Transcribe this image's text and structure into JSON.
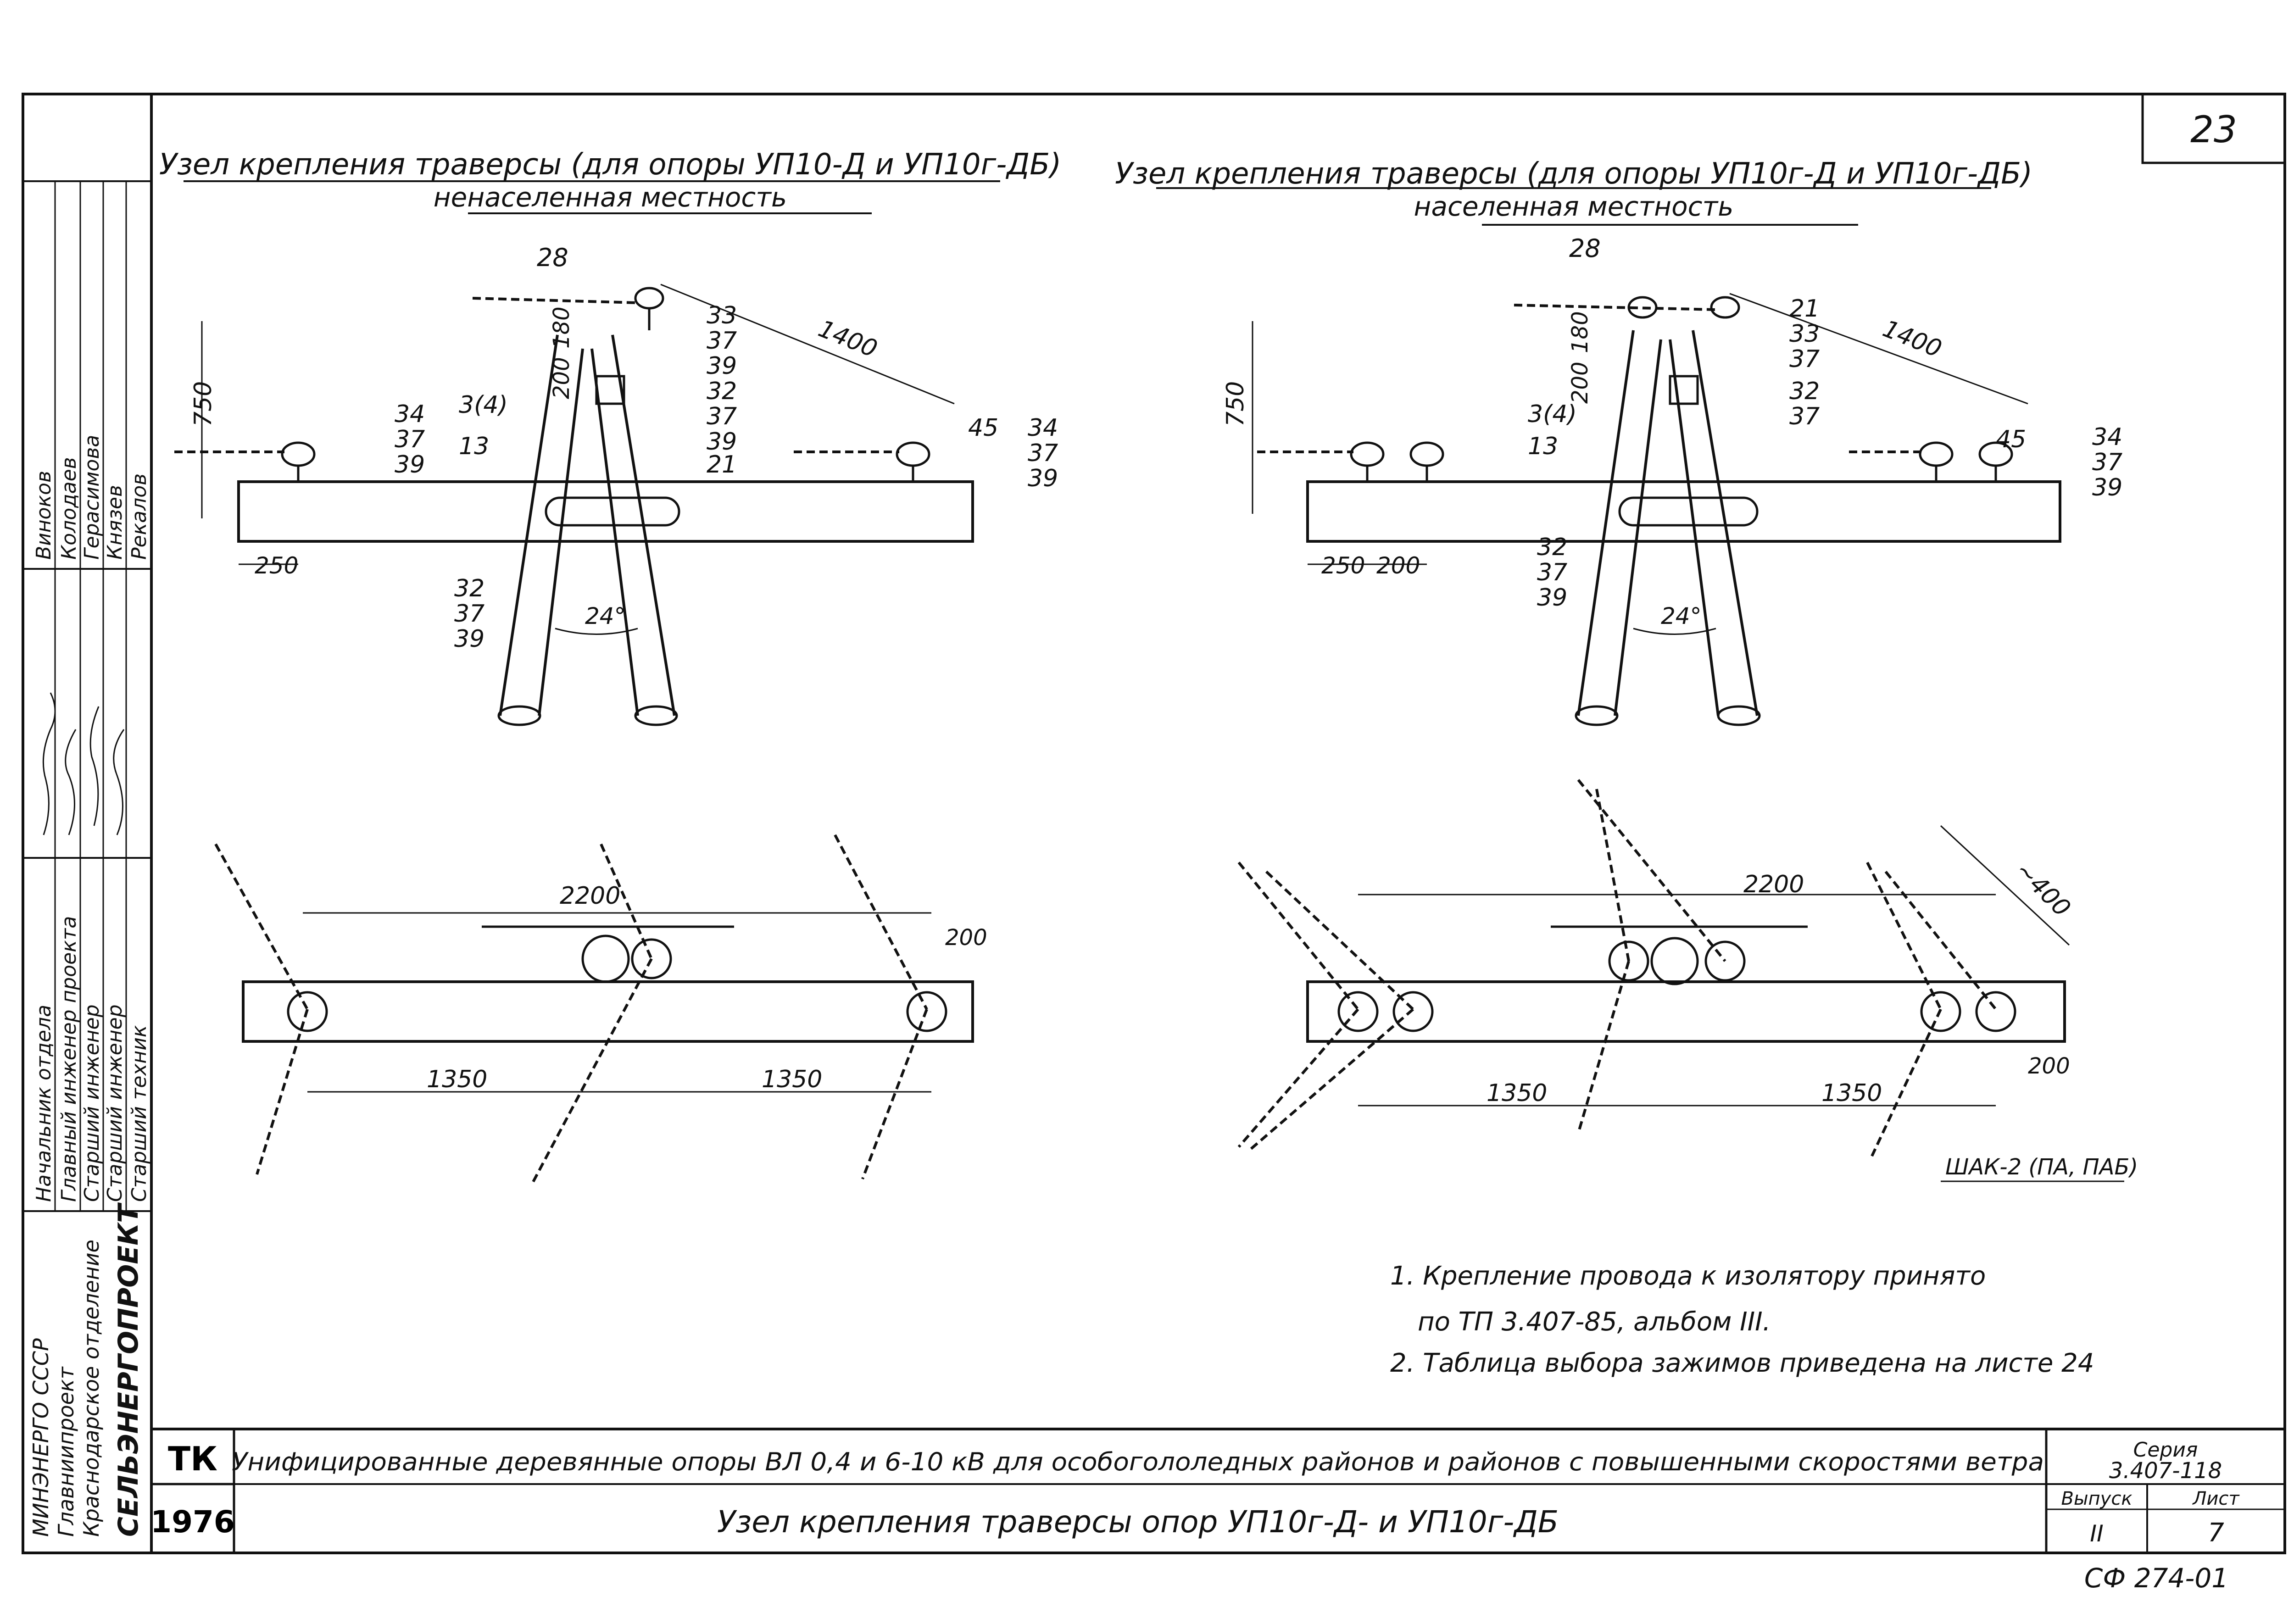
{
  "sheet_no": "23",
  "stamp_bottom": "СФ 274-01",
  "left_block": {
    "org_lines": [
      "МИНЭНЕРГО СССР",
      "Главниипроект",
      "Краснодарское отделение",
      "СЕЛЬЭНЕРГОПРОЕКТ"
    ],
    "roles": [
      "Начальник отдела",
      "Главный инженер проекта",
      "Старший инженер",
      "Старший инженер",
      "Старший техник"
    ],
    "names": [
      "Виноков",
      "Колодаев",
      "Герасимова",
      "Князев",
      "Рекалов"
    ]
  },
  "view1": {
    "title": "Узел крепления траверсы (для опоры УП10-Д и УП10г-ДБ)",
    "subtitle": "ненаселенная местность",
    "labels": {
      "l28": "28",
      "l33": "33",
      "l37a": "37",
      "l39a": "39",
      "l32": "32",
      "l37b": "37",
      "l39b": "39",
      "l21": "21",
      "l45": "45",
      "l34r": "34",
      "l37r": "37",
      "l39r": "39",
      "l34l": "34",
      "l37l": "37",
      "l39l": "39",
      "l341": "3(4)",
      "l13": "13",
      "l32b": "32",
      "l37c": "37",
      "l39c": "39"
    },
    "dims": {
      "d1400": "1400",
      "d750": "750",
      "d200": "200",
      "d180": "180",
      "d250": "250",
      "angle": "24°"
    }
  },
  "view2": {
    "title": "Узел крепления траверсы (для опоры УП10г-Д и УП10г-ДБ)",
    "subtitle": "населенная местность",
    "labels": {
      "l28": "28",
      "l21": "21",
      "l33": "33",
      "l37a": "37",
      "l32": "32",
      "l37b": "37",
      "l45": "45",
      "l34": "34",
      "l37r": "37",
      "l39r": "39",
      "l341": "3(4)",
      "l13": "13",
      "l32b": "32",
      "l37c": "37",
      "l39c": "39"
    },
    "dims": {
      "d1400": "1400",
      "d750": "750",
      "d200": "200",
      "d180": "180",
      "d250": "250",
      "d200b": "200",
      "angle": "24°"
    }
  },
  "plan1": {
    "dims": {
      "d2200": "2200",
      "d200": "200",
      "d1350a": "1350",
      "d1350b": "1350"
    }
  },
  "plan2": {
    "dims": {
      "d2200": "2200",
      "d400": "~400",
      "d200": "200",
      "d1350a": "1350",
      "d1350b": "1350"
    },
    "clamp": "ШАК-2 (ПА, ПАБ)"
  },
  "notes": [
    "1. Крепление провода к изолятору принято",
    "по ТП 3.407-85, альбом III.",
    "2. Таблица выбора зажимов приведена на листе 24"
  ],
  "title_block": {
    "tk": "ТК",
    "year": "1976",
    "main_title": "Унифицированные деревянные опоры ВЛ 0,4 и 6-10 кВ для особогололедных районов и районов с повышенными скоростями ветра",
    "sub_title": "Узел крепления траверсы опор УП10г-Д- и УП10г-ДБ",
    "series_label": "Серия",
    "series_value": "3.407-118",
    "issue_label": "Выпуск",
    "issue_value": "II",
    "sheet_label": "Лист",
    "sheet_value": "7"
  }
}
